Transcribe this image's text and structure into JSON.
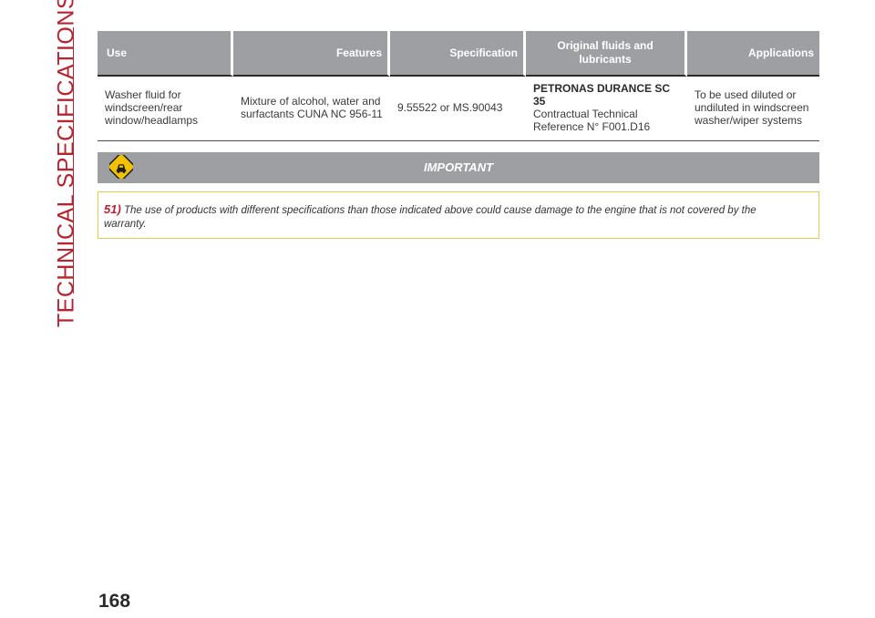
{
  "section_title": "TECHNICAL SPECIFICATIONS",
  "table": {
    "headers": [
      "Use",
      "Features",
      "Specification",
      "Original fluids and lubricants",
      "Applications"
    ],
    "rows": [
      {
        "use": "Washer fluid for windscreen/rear window/headlamps",
        "features": "Mixture of alcohol, water and surfactants CUNA NC 956-11",
        "specification": "9.55522 or MS.90043",
        "product_name": "PETRONAS DURANCE SC 35",
        "product_reference": "Contractual Technical Reference N° F001.D16",
        "applications": "To be used diluted or undiluted in windscreen washer/wiper systems"
      }
    ]
  },
  "important": {
    "title": "IMPORTANT",
    "icon": "car-warning-icon",
    "note_number": "51)",
    "note_text": "The use of products with different specifications than those indicated above could cause damage to the engine that is not covered by the warranty."
  },
  "page_number": "168",
  "colors": {
    "accent_red": "#b8232f",
    "header_gray": "#9d9fa2",
    "warning_yellow": "#f2c200",
    "note_border": "#e8c94a"
  }
}
